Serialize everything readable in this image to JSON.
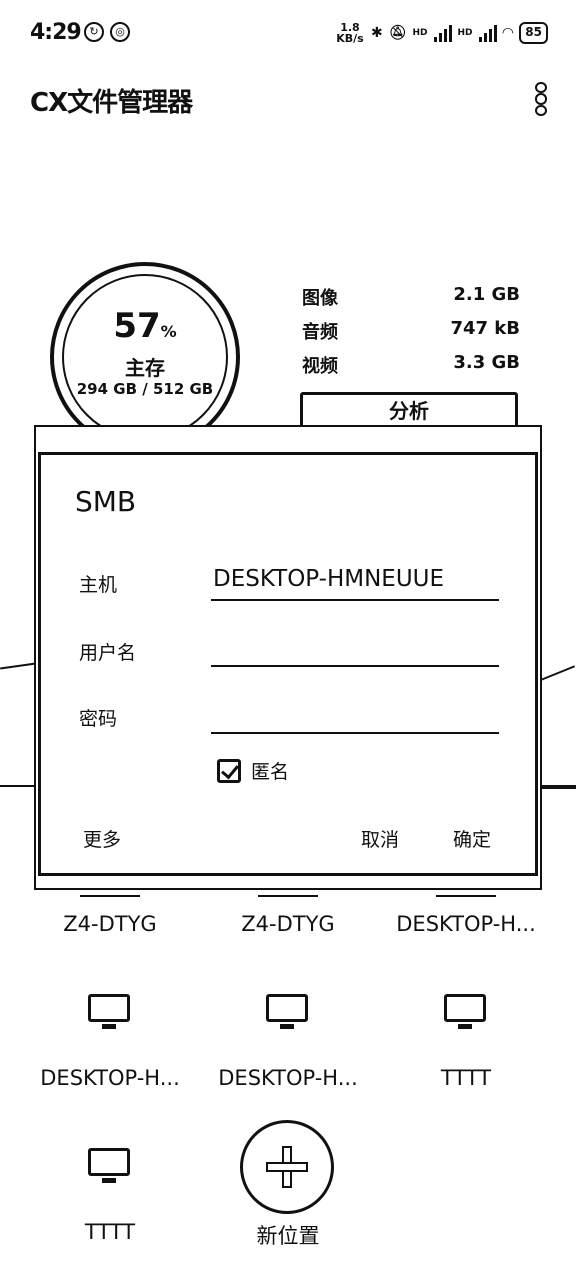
{
  "status_bar": {
    "time": "4:29",
    "network_speed": "1.8 KB/s",
    "network_type_1": "HD",
    "network_type_2": "HD",
    "battery": "85"
  },
  "app": {
    "title": "CX文件管理器"
  },
  "storage": {
    "percent": "57",
    "percent_unit": "%",
    "label": "主存",
    "size": "294 GB / 512 GB",
    "used_fraction": 0.57,
    "stats": [
      {
        "label": "图像",
        "value": "2.1 GB"
      },
      {
        "label": "音频",
        "value": "747 kB"
      },
      {
        "label": "视频",
        "value": "3.3 GB"
      }
    ],
    "analyze_label": "分析"
  },
  "dialog": {
    "title": "SMB",
    "host_label": "主机",
    "host_value": "DESKTOP-HMNEUUE",
    "username_label": "用户名",
    "username_value": "",
    "password_label": "密码",
    "password_value": "",
    "anonymous_label": "匿名",
    "anonymous_checked": true,
    "more_label": "更多",
    "cancel_label": "取消",
    "ok_label": "确定"
  },
  "locations": {
    "row1": [
      "Z4-DTYG",
      "Z4-DTYG",
      "DESKTOP-H..."
    ],
    "row2": [
      "DESKTOP-H...",
      "DESKTOP-H...",
      "TTTT"
    ],
    "row3": [
      "TTTT"
    ],
    "new_location_label": "新位置"
  }
}
